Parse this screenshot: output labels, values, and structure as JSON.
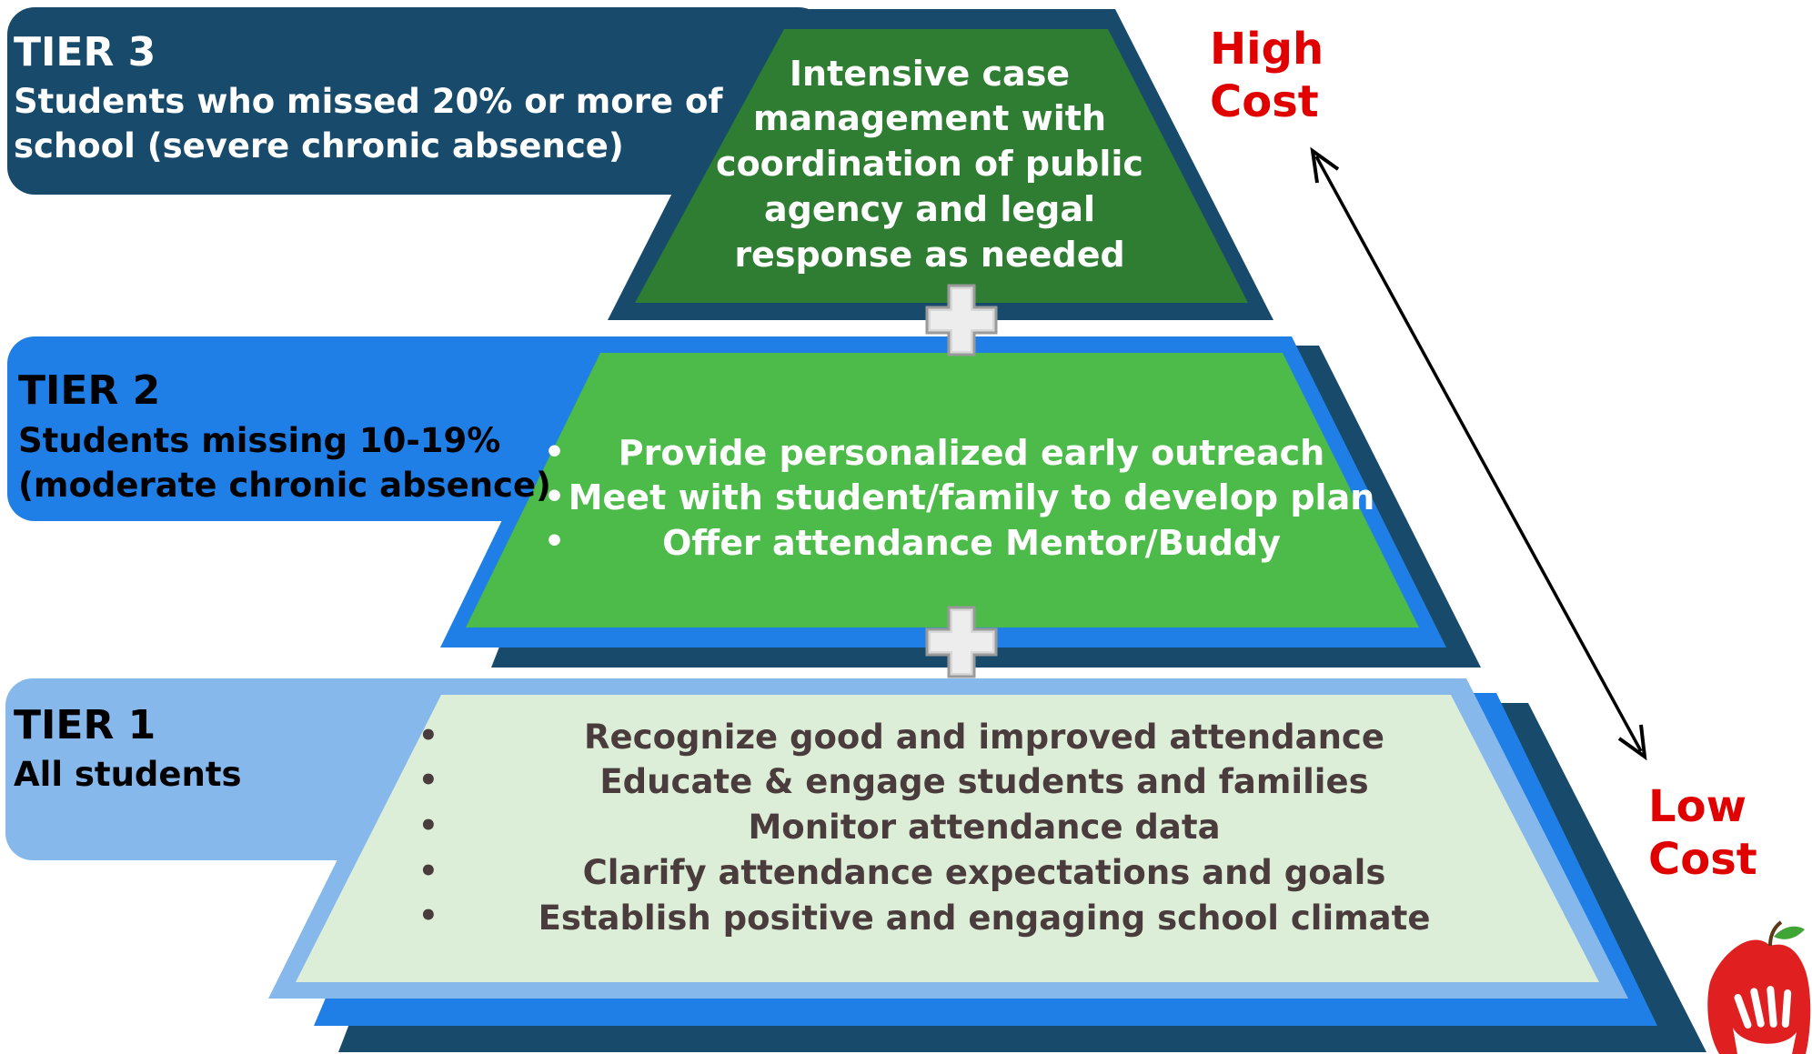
{
  "tiers": {
    "tier3": {
      "title": "TIER 3",
      "description": [
        "Students who missed 20% or more of",
        "school (severe chronic absence)"
      ],
      "interventions": [
        "Intensive case",
        "management with",
        "coordination of public",
        "agency and legal",
        "response as needed"
      ],
      "colors": {
        "label_bg": "#174A6B",
        "frame": "#174A6B",
        "fill": "#2E7D32",
        "text": "#ffffff"
      }
    },
    "tier2": {
      "title": "TIER 2",
      "description": [
        "Students missing 10-19%",
        "(moderate chronic absence)"
      ],
      "interventions": [
        "Provide personalized early outreach",
        "Meet with student/family to develop plan",
        "Offer attendance Mentor/Buddy"
      ],
      "colors": {
        "label_bg": "#1F7FE6",
        "frame": "#1F7FE6",
        "fill": "#4CBB4A",
        "text": "#ffffff"
      }
    },
    "tier1": {
      "title": "TIER 1",
      "description": [
        "All students"
      ],
      "interventions": [
        "Recognize good and improved attendance",
        "Educate & engage students and families",
        "Monitor attendance data",
        "Clarify attendance expectations and goals",
        "Establish positive and engaging school climate"
      ],
      "colors": {
        "label_bg": "#86B8EC",
        "frame": "#86B8EC",
        "fill": "#DCEED8",
        "text": "#4A3C3C"
      }
    }
  },
  "cost": {
    "high_lines": [
      "High",
      "Cost"
    ],
    "low_lines": [
      "Low",
      "Cost"
    ],
    "color": "#E00000"
  },
  "icons": {
    "plus": "plus-icon",
    "logo": "apple-hand-logo-icon",
    "arrow": "double-arrow-icon"
  },
  "bullet": "•"
}
